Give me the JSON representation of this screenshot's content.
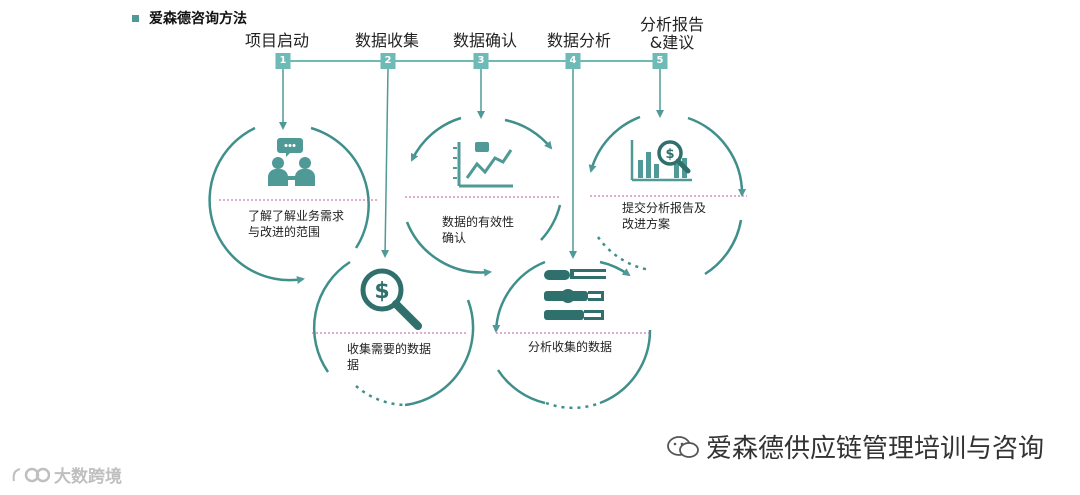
{
  "header": {
    "title": "爱森德咨询方法"
  },
  "steps": [
    {
      "number": "1",
      "label": "项目启动"
    },
    {
      "number": "2",
      "label": "数据收集"
    },
    {
      "number": "3",
      "label": "数据确认"
    },
    {
      "number": "4",
      "label": "数据分析"
    },
    {
      "number": "5",
      "label_line1": "分析报告",
      "label_line2": "&建议"
    }
  ],
  "circles": [
    {
      "icon": "meeting-people-icon",
      "text_line1": "了解了解业务需求",
      "text_line2": "与改进的范围"
    },
    {
      "icon": "dollar-magnifier-icon",
      "text_line1": "收集需要的数据",
      "text_line2": "据"
    },
    {
      "icon": "trend-chart-icon",
      "text_line1": "数据的有效性",
      "text_line2": "确认"
    },
    {
      "icon": "gauge-bars-icon",
      "text_line1": "分析收集的数据"
    },
    {
      "icon": "dollar-chart-magnifier-icon",
      "text_line1": "提交分析报告及",
      "text_line2": "改进方案"
    }
  ],
  "colors": {
    "accent": "#4f9a97",
    "badge": "#6dbab6",
    "ring": "#3f8f8b",
    "divider": "#c65aa0"
  },
  "watermark": {
    "text": "爱森德供应链管理培训与咨询"
  },
  "logo": {
    "text": "大数跨境"
  }
}
